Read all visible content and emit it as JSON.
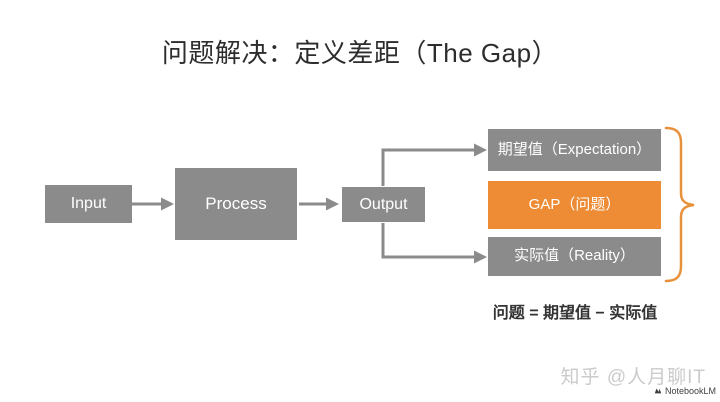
{
  "title": "问题解决：定义差距（The Gap）",
  "flow": {
    "input": "Input",
    "process": "Process",
    "output": "Output"
  },
  "results": {
    "expectation": "期望值（Expectation）",
    "gap": "GAP（问题）",
    "reality": "实际值（Reality）"
  },
  "formula": "问题 = 期望值 − 实际值",
  "watermark": "知乎 @人月聊IT",
  "credit": "NotebookLM",
  "colors": {
    "box-gray": "#8b8b8b",
    "accent-orange": "#ee8c35",
    "bracket-orange": "#e8913c",
    "title-text": "#2d2d2d",
    "formula-text": "#333333",
    "watermark-gray": "#cbcbcb",
    "credit-text": "#3f3f3f"
  }
}
